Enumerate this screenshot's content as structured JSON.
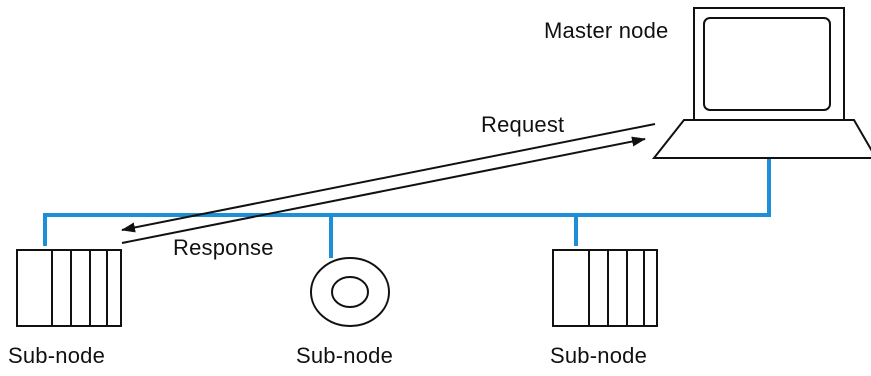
{
  "nodes": {
    "master": {
      "label": "Master node"
    },
    "sub_nodes": [
      {
        "label": "Sub-node"
      },
      {
        "label": "Sub-node"
      },
      {
        "label": "Sub-node"
      }
    ]
  },
  "messages": {
    "request": "Request",
    "response": "Response"
  },
  "colors": {
    "bus": "#1c8fd6",
    "stroke": "#111111"
  }
}
